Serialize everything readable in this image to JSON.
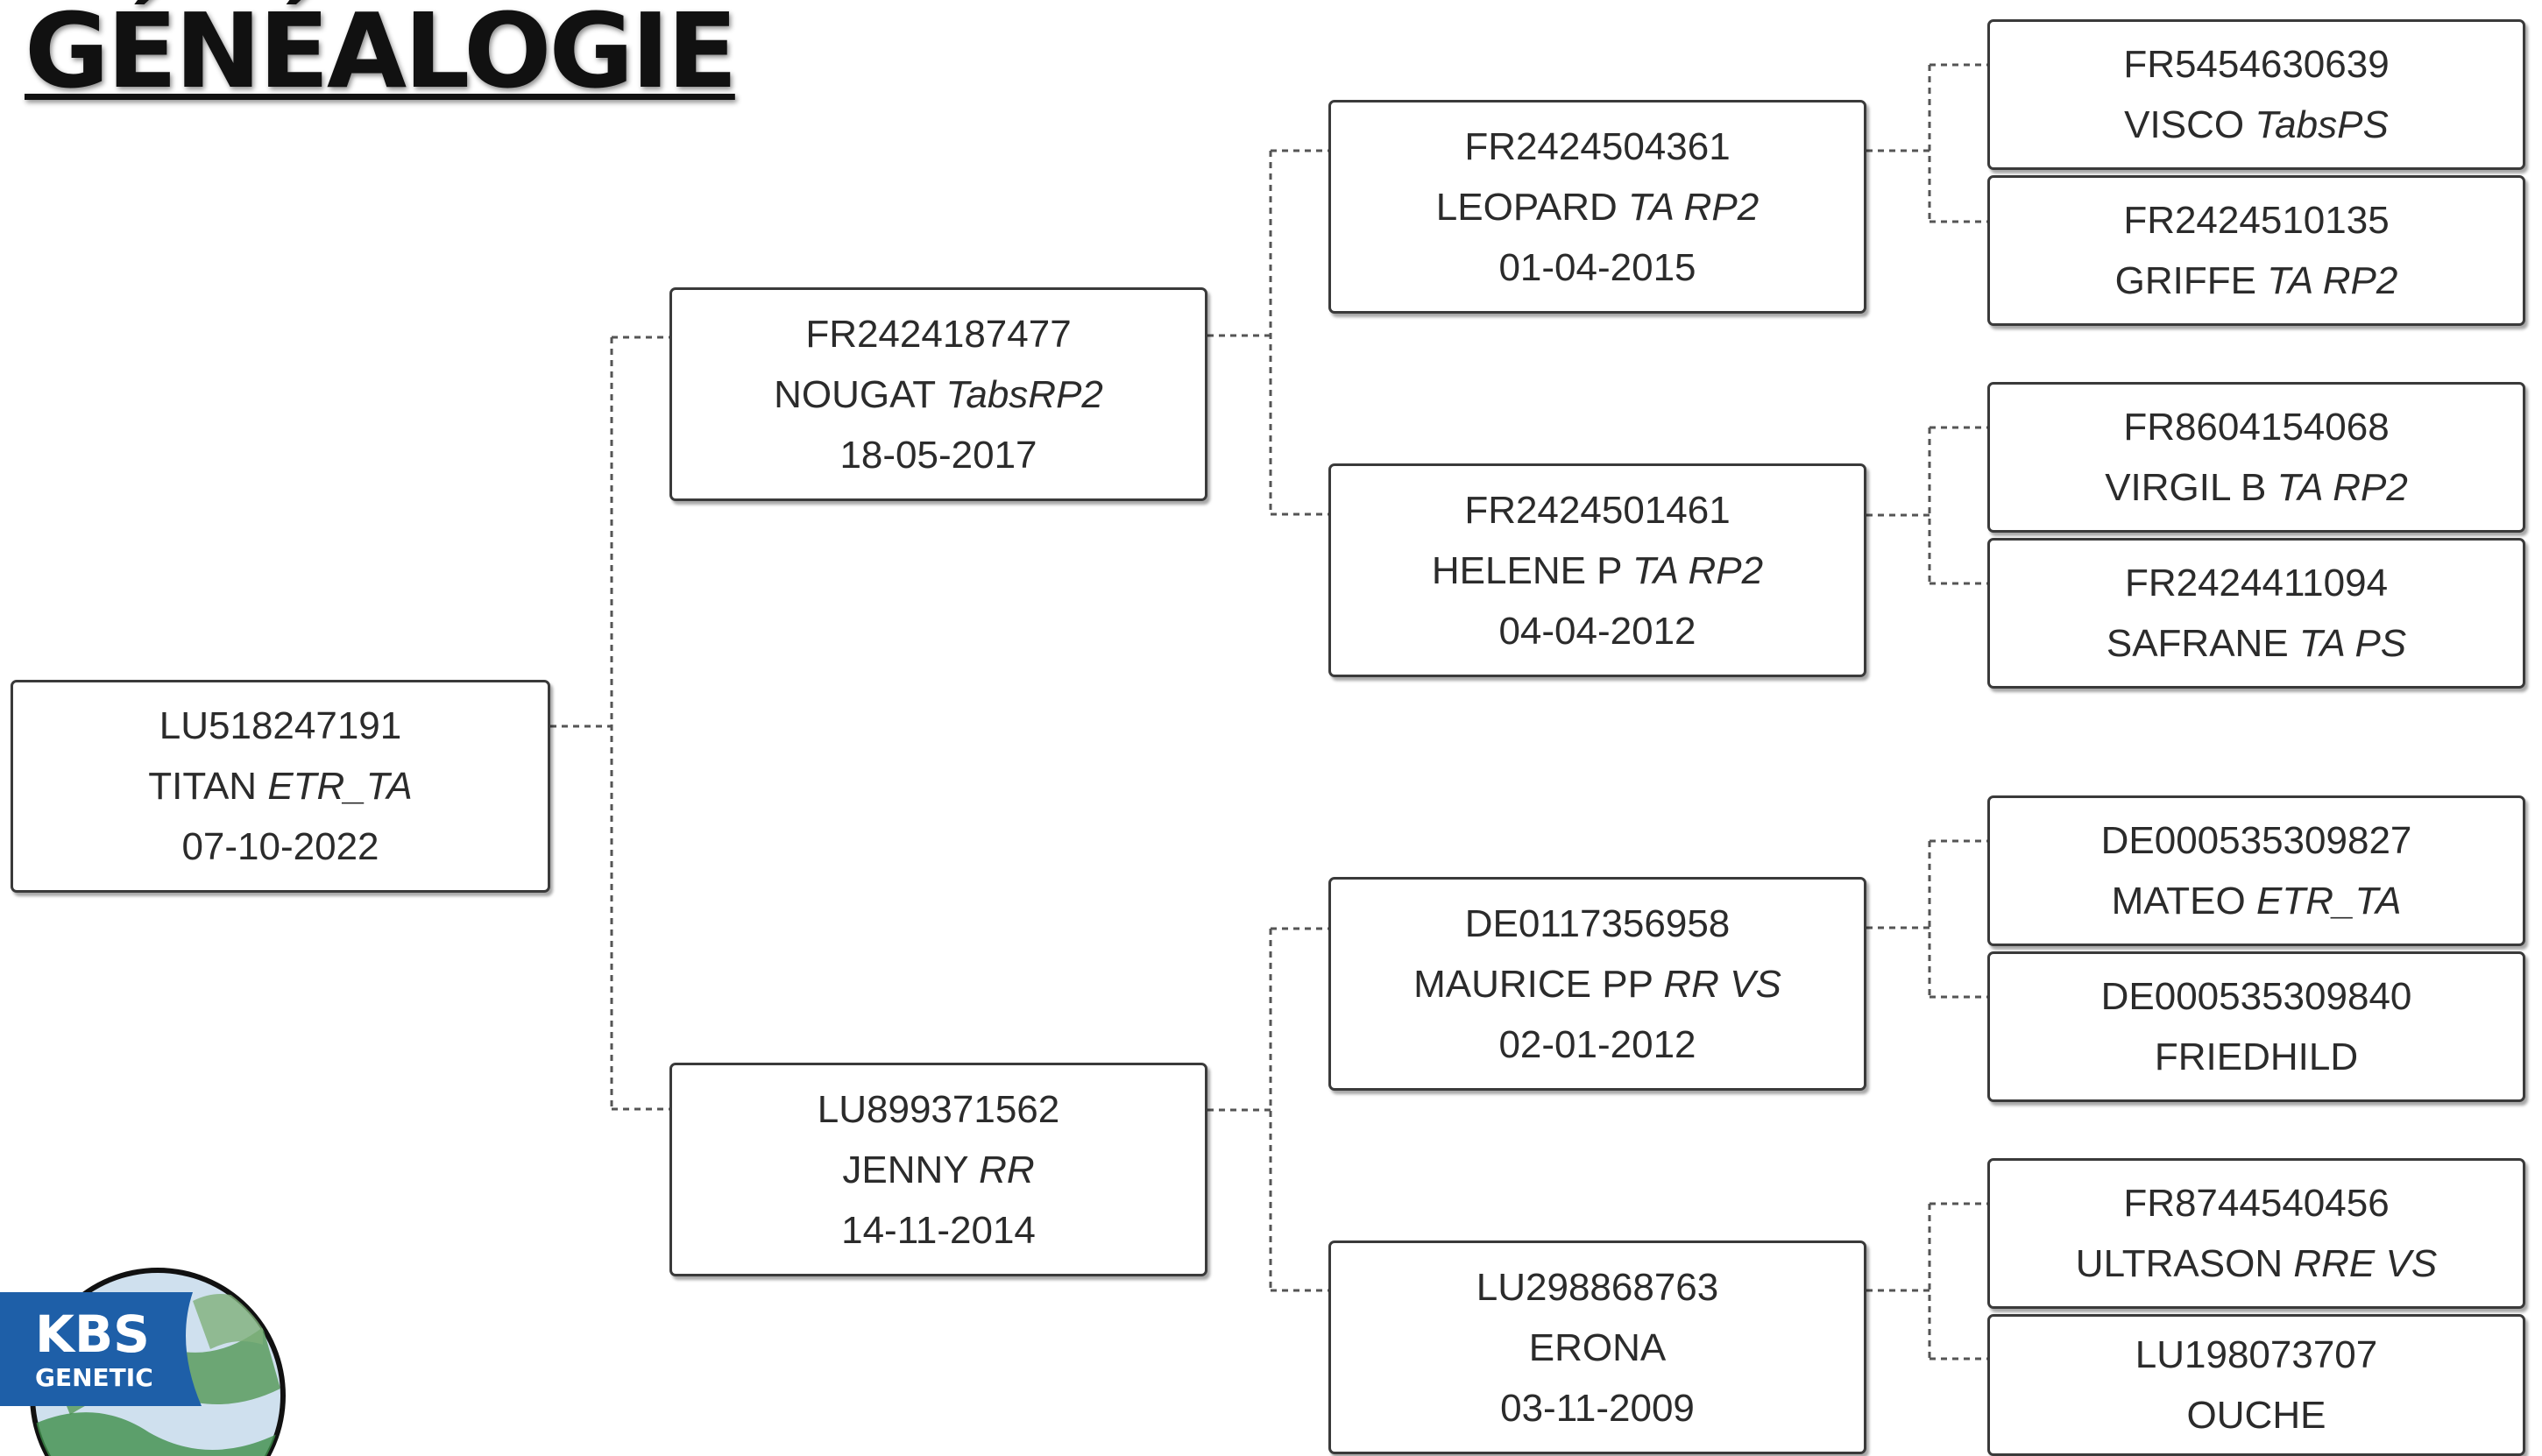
{
  "title": "GÉNÉALOGIE",
  "logo": {
    "line1": "KBS",
    "line2": "GENETIC",
    "ring_color": "#1e5fa8",
    "accent_color": "#3f8f4a"
  },
  "nodes": {
    "subject": {
      "reg": "LU518247191",
      "name": "TITAN",
      "genes": "ETR_TA",
      "date": "07-10-2022"
    },
    "sire": {
      "reg": "FR2424187477",
      "name": "NOUGAT",
      "genes": "TabsRP2",
      "date": "18-05-2017"
    },
    "dam": {
      "reg": "LU899371562",
      "name": "JENNY",
      "genes": "RR",
      "date": "14-11-2014"
    },
    "ss": {
      "reg": "FR2424504361",
      "name": "LEOPARD",
      "genes": "TA RP2",
      "date": "01-04-2015"
    },
    "sd": {
      "reg": "FR2424501461",
      "name": "HELENE P",
      "genes": "TA RP2",
      "date": "04-04-2012"
    },
    "ds": {
      "reg": "DE0117356958",
      "name": "MAURICE PP",
      "genes": "RR VS",
      "date": "02-01-2012"
    },
    "dd": {
      "reg": "LU298868763",
      "name": "ERONA",
      "genes": "",
      "date": "03-11-2009"
    },
    "sss": {
      "reg": "FR5454630639",
      "name": "VISCO",
      "genes": "TabsPS"
    },
    "ssd": {
      "reg": "FR2424510135",
      "name": "GRIFFE",
      "genes": "TA RP2"
    },
    "sds": {
      "reg": "FR8604154068",
      "name": "VIRGIL B",
      "genes": "TA RP2"
    },
    "sdd": {
      "reg": "FR2424411094",
      "name": "SAFRANE",
      "genes": "TA PS"
    },
    "dss": {
      "reg": "DE000535309827",
      "name": "MATEO",
      "genes": "ETR_TA"
    },
    "dsd": {
      "reg": "DE000535309840",
      "name": "FRIEDHILD",
      "genes": ""
    },
    "dds": {
      "reg": "FR8744540456",
      "name": "ULTRASON",
      "genes": "RRE VS"
    },
    "ddd": {
      "reg": "LU198073707",
      "name": "OUCHE",
      "genes": ""
    }
  }
}
